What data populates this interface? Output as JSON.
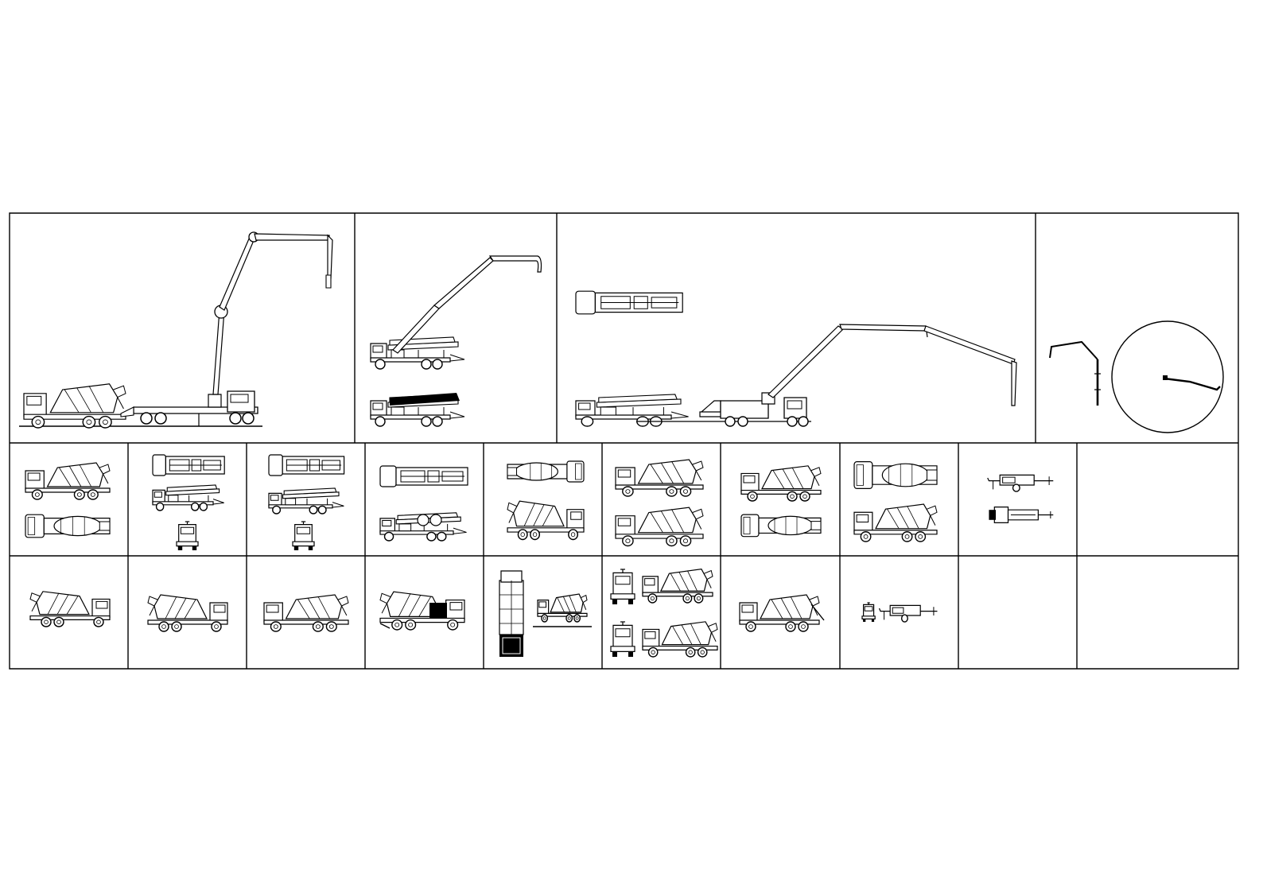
{
  "drawing": {
    "colors": {
      "background": "#ffffff",
      "ink": "#000000"
    },
    "row_top": [
      {
        "id": "pump-with-mixer-elevation",
        "icon": "boom-pump-and-mixer-side-view"
      },
      {
        "id": "boom-pump-side-views",
        "icon": "boom-pump-side-view"
      },
      {
        "id": "long-boom-pump-views",
        "icon": "long-boom-pump-views"
      },
      {
        "id": "boom-reach-plan",
        "icon": "boom-reach-circle"
      }
    ],
    "row_middle": [
      {
        "id": "mixer-side-and-top",
        "icon": "mixer-truck-icon"
      },
      {
        "id": "pump-truck-three-views",
        "icon": "pump-truck-icon"
      },
      {
        "id": "pump-truck-three-views-b",
        "icon": "pump-truck-icon"
      },
      {
        "id": "pump-truck-top-and-side",
        "icon": "pump-truck-icon"
      },
      {
        "id": "mixer-top-and-side",
        "icon": "mixer-truck-icon"
      },
      {
        "id": "mixer-pair-side",
        "icon": "mixer-truck-icon"
      },
      {
        "id": "mixer-side-and-top-b",
        "icon": "mixer-truck-icon"
      },
      {
        "id": "mixer-top-and-side-b",
        "icon": "mixer-truck-icon"
      },
      {
        "id": "trailer-pump-views",
        "icon": "trailer-pump-icon"
      },
      {
        "id": "empty",
        "icon": ""
      }
    ],
    "row_bottom": [
      {
        "id": "mixer-side",
        "icon": "mixer-truck-icon"
      },
      {
        "id": "mixer-side-detailed",
        "icon": "mixer-truck-icon"
      },
      {
        "id": "mixer-side-b",
        "icon": "mixer-truck-icon"
      },
      {
        "id": "mixer-side-heavy",
        "icon": "mixer-truck-icon"
      },
      {
        "id": "mixer-front-and-top",
        "icon": "mixer-truck-icon"
      },
      {
        "id": "mixer-four-views",
        "icon": "mixer-truck-icon"
      },
      {
        "id": "mixer-discharging",
        "icon": "mixer-truck-icon"
      },
      {
        "id": "trailer-pump-side",
        "icon": "trailer-pump-icon"
      },
      {
        "id": "empty",
        "icon": ""
      },
      {
        "id": "empty",
        "icon": ""
      }
    ]
  }
}
